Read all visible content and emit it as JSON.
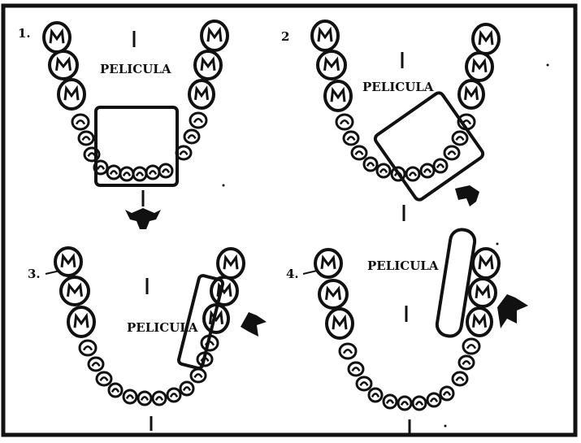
{
  "panels": [
    {
      "number": "1.",
      "film_label": "PELICULA"
    },
    {
      "number": "2",
      "film_label": "PELICULA"
    },
    {
      "number": "3.",
      "film_label": "PELICULA"
    },
    {
      "number": "4.",
      "film_label": "PELICULA"
    }
  ],
  "colors": {
    "ink": "#111111",
    "paper": "#ffffff"
  }
}
